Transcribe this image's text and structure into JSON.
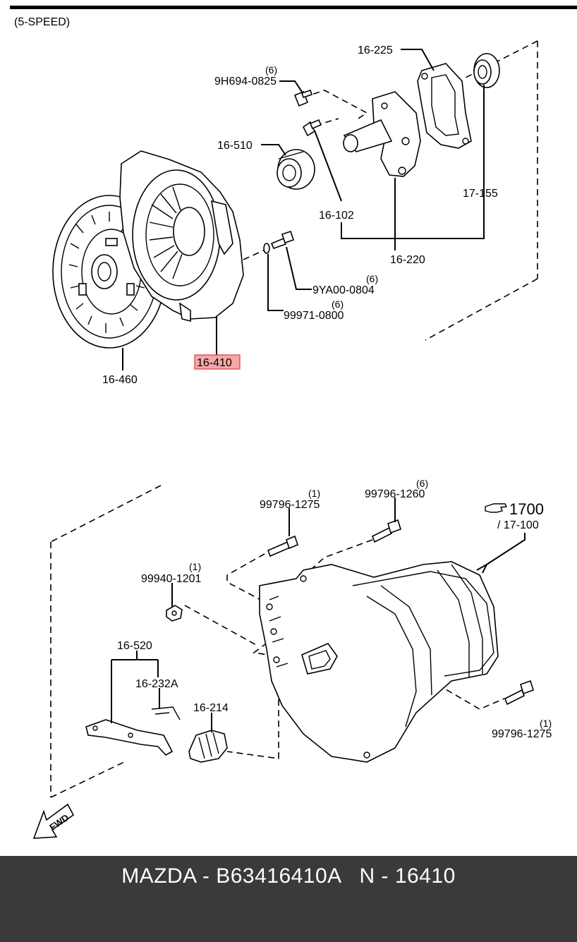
{
  "header": {
    "variant": "(5-SPEED)"
  },
  "callouts": {
    "p16_225": "16-225",
    "p9h694": "9H694-0825",
    "p9h694_qty": "(6)",
    "p16_510": "16-510",
    "p16_102": "16-102",
    "p17_155": "17-155",
    "p16_220": "16-220",
    "p9ya00": "9YA00-0804",
    "p9ya00_qty": "(6)",
    "p99971": "99971-0800",
    "p99971_qty": "(6)",
    "p16_410": "16-410",
    "p16_460": "16-460",
    "p99796_1275_top": "99796-1275",
    "p99796_1275_top_qty": "(1)",
    "p99796_1260": "99796-1260",
    "p99796_1260_qty": "(6)",
    "ref_1700": "1700",
    "ref_17_100": "/ 17-100",
    "p99940": "99940-1201",
    "p99940_qty": "(1)",
    "p16_520": "16-520",
    "p16_232a": "16-232A",
    "p16_214": "16-214",
    "p99796_1275_bot": "99796-1275",
    "p99796_1275_bot_qty": "(1)",
    "fwd": "FWD"
  },
  "highlight": {
    "part": "16-410",
    "color": "#f4a7a7",
    "border": "#e23b3b"
  },
  "icons": {
    "pointer": "pointing-hand-icon",
    "forward": "fwd-arrow-icon"
  },
  "footer": {
    "text": "MAZDA - B63416410A   N - 16410",
    "bg": "#3a3a3a"
  }
}
